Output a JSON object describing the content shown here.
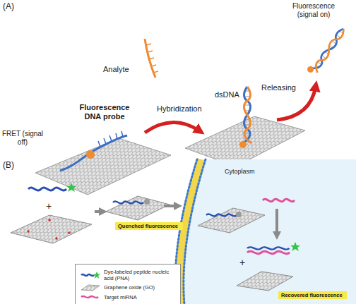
{
  "diagram": {
    "nodes": [
      {
        "text": [
          "Quenched fluorescence"
        ]
      },
      {
        "text": [
          "Recovered fluorescence"
        ]
      }
    ],
    "labels": [
      "(A)",
      "Analyte",
      "Fluorescence DNA probe",
      "FRET (signal off)",
      "Hybridization",
      "dsDNA",
      "Releasing",
      "Fluorescence (signal on)",
      "(B)",
      "+",
      "Cytoplasm",
      "+"
    ],
    "legend": [
      {
        "text": "Dye-labeled peptide nucleic acid (PNA)"
      },
      {
        "text": "Graphene oxide (GO)"
      },
      {
        "text": "Target miRNA"
      }
    ]
  }
}
